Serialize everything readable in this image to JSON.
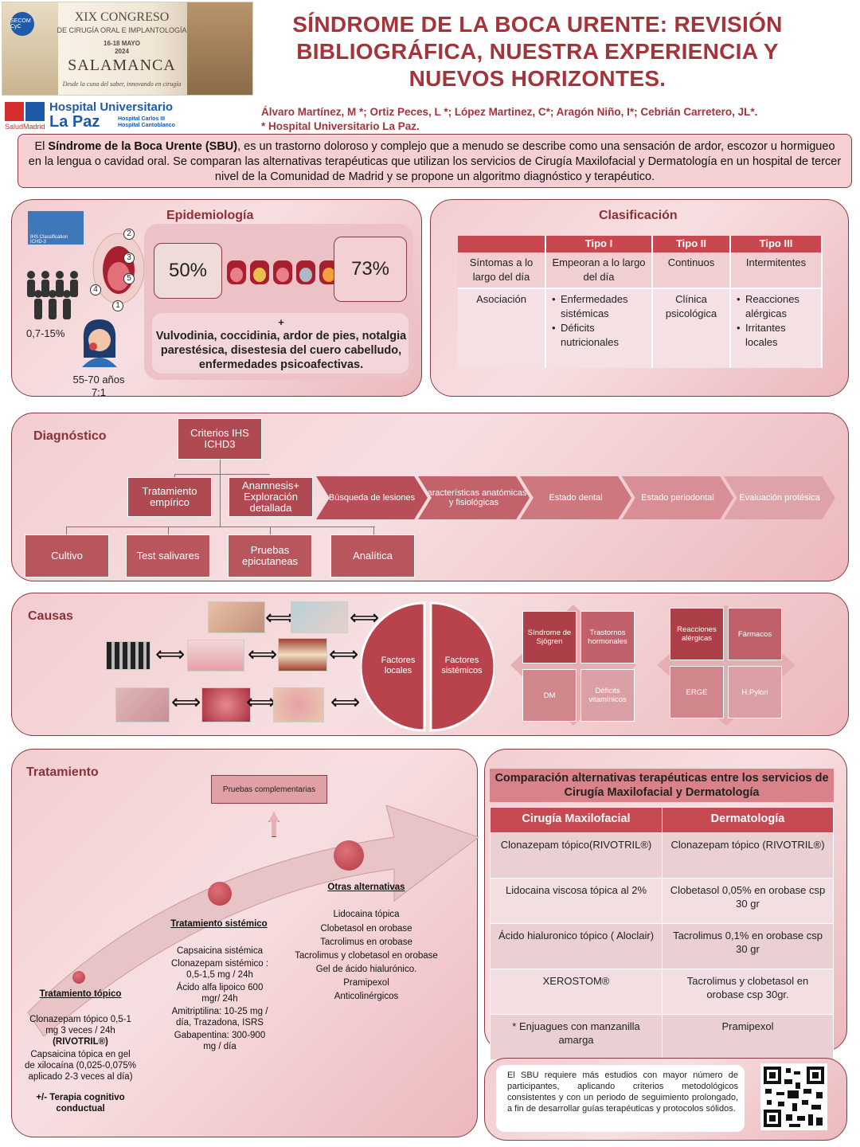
{
  "congress": {
    "line1": "XIX CONGRESO",
    "line2": "DE CIRUGÍA ORAL E IMPLANTOLOGÍA",
    "dates": "16-18 MAYO",
    "year": "2024",
    "city": "SALAMANCA",
    "motto": "Desde la cuna del saber, innovando en cirugía",
    "society": "SECOM CyC"
  },
  "hospital": {
    "region": "SaludMadrid",
    "name1": "Hospital Universitario",
    "name2": "La Paz",
    "sub1": "Hospital Carlos III",
    "sub2": "Hospital Cantoblanco"
  },
  "title": "SÍNDROME DE LA BOCA URENTE: REVISIÓN BIBLIOGRÁFICA, NUESTRA EXPERIENCIA Y NUEVOS HORIZONTES.",
  "authors": {
    "line1": "Álvaro Martínez, M *; Ortiz Peces, L *; López Martinez, C*; Aragón Niño, I*; Cebrián Carretero, JL*.",
    "line2": "* Hospital Universitario La Paz."
  },
  "intro": {
    "pre": "El ",
    "bold": "Síndrome de la Boca Urente (SBU)",
    "post": ", es un trastorno doloroso y complejo que a menudo se describe como una sensación de ardor, escozor u hormigueo en la lengua o cavidad oral. Se comparan las alternativas terapéuticas que utilizan los servicios de Cirugía Maxilofacial y Dermatología en un hospital de tercer nivel de la Comunidad de Madrid y se propone un algoritmo diagnóstico y terapéutico."
  },
  "epidemiology": {
    "title": "Epidemiología",
    "ihs": "IHS Classification ICHD-3",
    "prevalence": "0,7-15%",
    "age": "55-70 años",
    "ratio": "7:1",
    "pct1": "50%",
    "pct2": "73%",
    "plus": "+",
    "comorbidities": "Vulvodinia, coccidinia, ardor de pies, notalgia parestésica, disestesia del cuero cabelludo, enfermedades psicoafectivas.",
    "mouth_numbers": [
      "2",
      "3",
      "5",
      "4",
      "1"
    ]
  },
  "classification": {
    "title": "Clasificación",
    "headers": [
      "",
      "Tipo I",
      "Tipo II",
      "Tipo III"
    ],
    "row1": [
      "Síntomas a lo largo del día",
      "Empeoran a lo largo del día",
      "Continuos",
      "Intermitentes"
    ],
    "row2_label": "Asociación",
    "tipo1": [
      "Enfermedades sistémicas",
      "Déficits nutricionales"
    ],
    "tipo2": "Clínica psicológica",
    "tipo3": [
      "Reacciones alérgicas",
      "Irritantes locales"
    ]
  },
  "diagnosis": {
    "title": "Diagnóstico",
    "criteria": "Criterios IHS ICHD3",
    "empirical": "Tratamiento empírico",
    "anamnesis": "Anamnesis+ Exploración detallada",
    "steps": [
      "Búsqueda de lesiones",
      "Características anatómicas y fisiológicas",
      "Estado dental",
      "Estado periodontal",
      "Evaluación protésica"
    ],
    "tests": [
      "Cultivo",
      "Test salivares",
      "Pruebas epicutaneas",
      "Analítica"
    ]
  },
  "causes": {
    "title": "Causas",
    "local": "Factores locales",
    "systemic": "Factores sistémicos",
    "group1": [
      "Síndrome de Sjögren",
      "Trastornos hormonales",
      "DM",
      "Déficits vitamínicos"
    ],
    "group2": [
      "Reacciones alérgicas",
      "Fármacos",
      "ERGE",
      "H.Pylori"
    ]
  },
  "treatment": {
    "title": "Tratamiento",
    "tests": "Pruebas complementarias",
    "topical": {
      "head": "Tratamiento tópico",
      "l1": "Clonazepam tópico 0,5-1 mg 3 veces / 24h",
      "l2": "(RIVOTRIL®)",
      "l3": "Capsaicina tópica en gel de xilocaína (0,025-0,075% aplicado 2-3 veces al día)",
      "l4": "+/- Terapia cognitivo conductual"
    },
    "systemic": {
      "head": "Tratamiento sistémico",
      "items": [
        "Capsaicina sistémica",
        "Clonazepam sistémico : 0,5-1,5 mg / 24h",
        "Ácido alfa lipoico 600 mgr/ 24h",
        "Amitriptilina: 10-25 mg / día, Trazadona, ISRS",
        "Gabapentina: 300-900 mg / día"
      ]
    },
    "others": {
      "head": "Otras alternativas",
      "items": [
        "Lidocaina tópica",
        "Clobetasol en orobase",
        "Tacrolimus en orobase",
        "Tacrolimus y clobetasol en orobase",
        "Gel de ácido hialurónico.",
        "Pramipexol",
        "Anticolinérgicos"
      ]
    }
  },
  "comparison": {
    "title": "Comparación alternativas terapéuticas entre los servicios de Cirugía Maxilofacial y Dermatología",
    "col1": "Cirugía Maxilofacial",
    "col2": "Dermatología",
    "rows": [
      [
        "Clonazepam tópico(RIVOTRIL®)",
        "Clonazepam tópico (RIVOTRIL®)"
      ],
      [
        "Lidocaina viscosa tópica al 2%",
        "Clobetasol 0,05% en orobase csp 30 gr"
      ],
      [
        "Ácido hialuronico tópico ( Aloclair)",
        "Tacrolimus 0,1% en orobase csp 30 gr"
      ],
      [
        "XEROSTOM®",
        "Tacrolimus y clobetasol en orobase csp 30gr."
      ],
      [
        "* Enjuagues con manzanilla amarga",
        "Pramipexol"
      ]
    ]
  },
  "conclusion": "El SBU requiere más estudios con mayor número de participantes, aplicando criterios metodológicos consistentes y con un periodo de seguimiento prolongado, a fin de desarrollar guías terapéuticas y protocolos sólidos.",
  "colors": {
    "accent": "#a4333a",
    "dark": "#b04a52",
    "panel": "#f2cdd0"
  }
}
